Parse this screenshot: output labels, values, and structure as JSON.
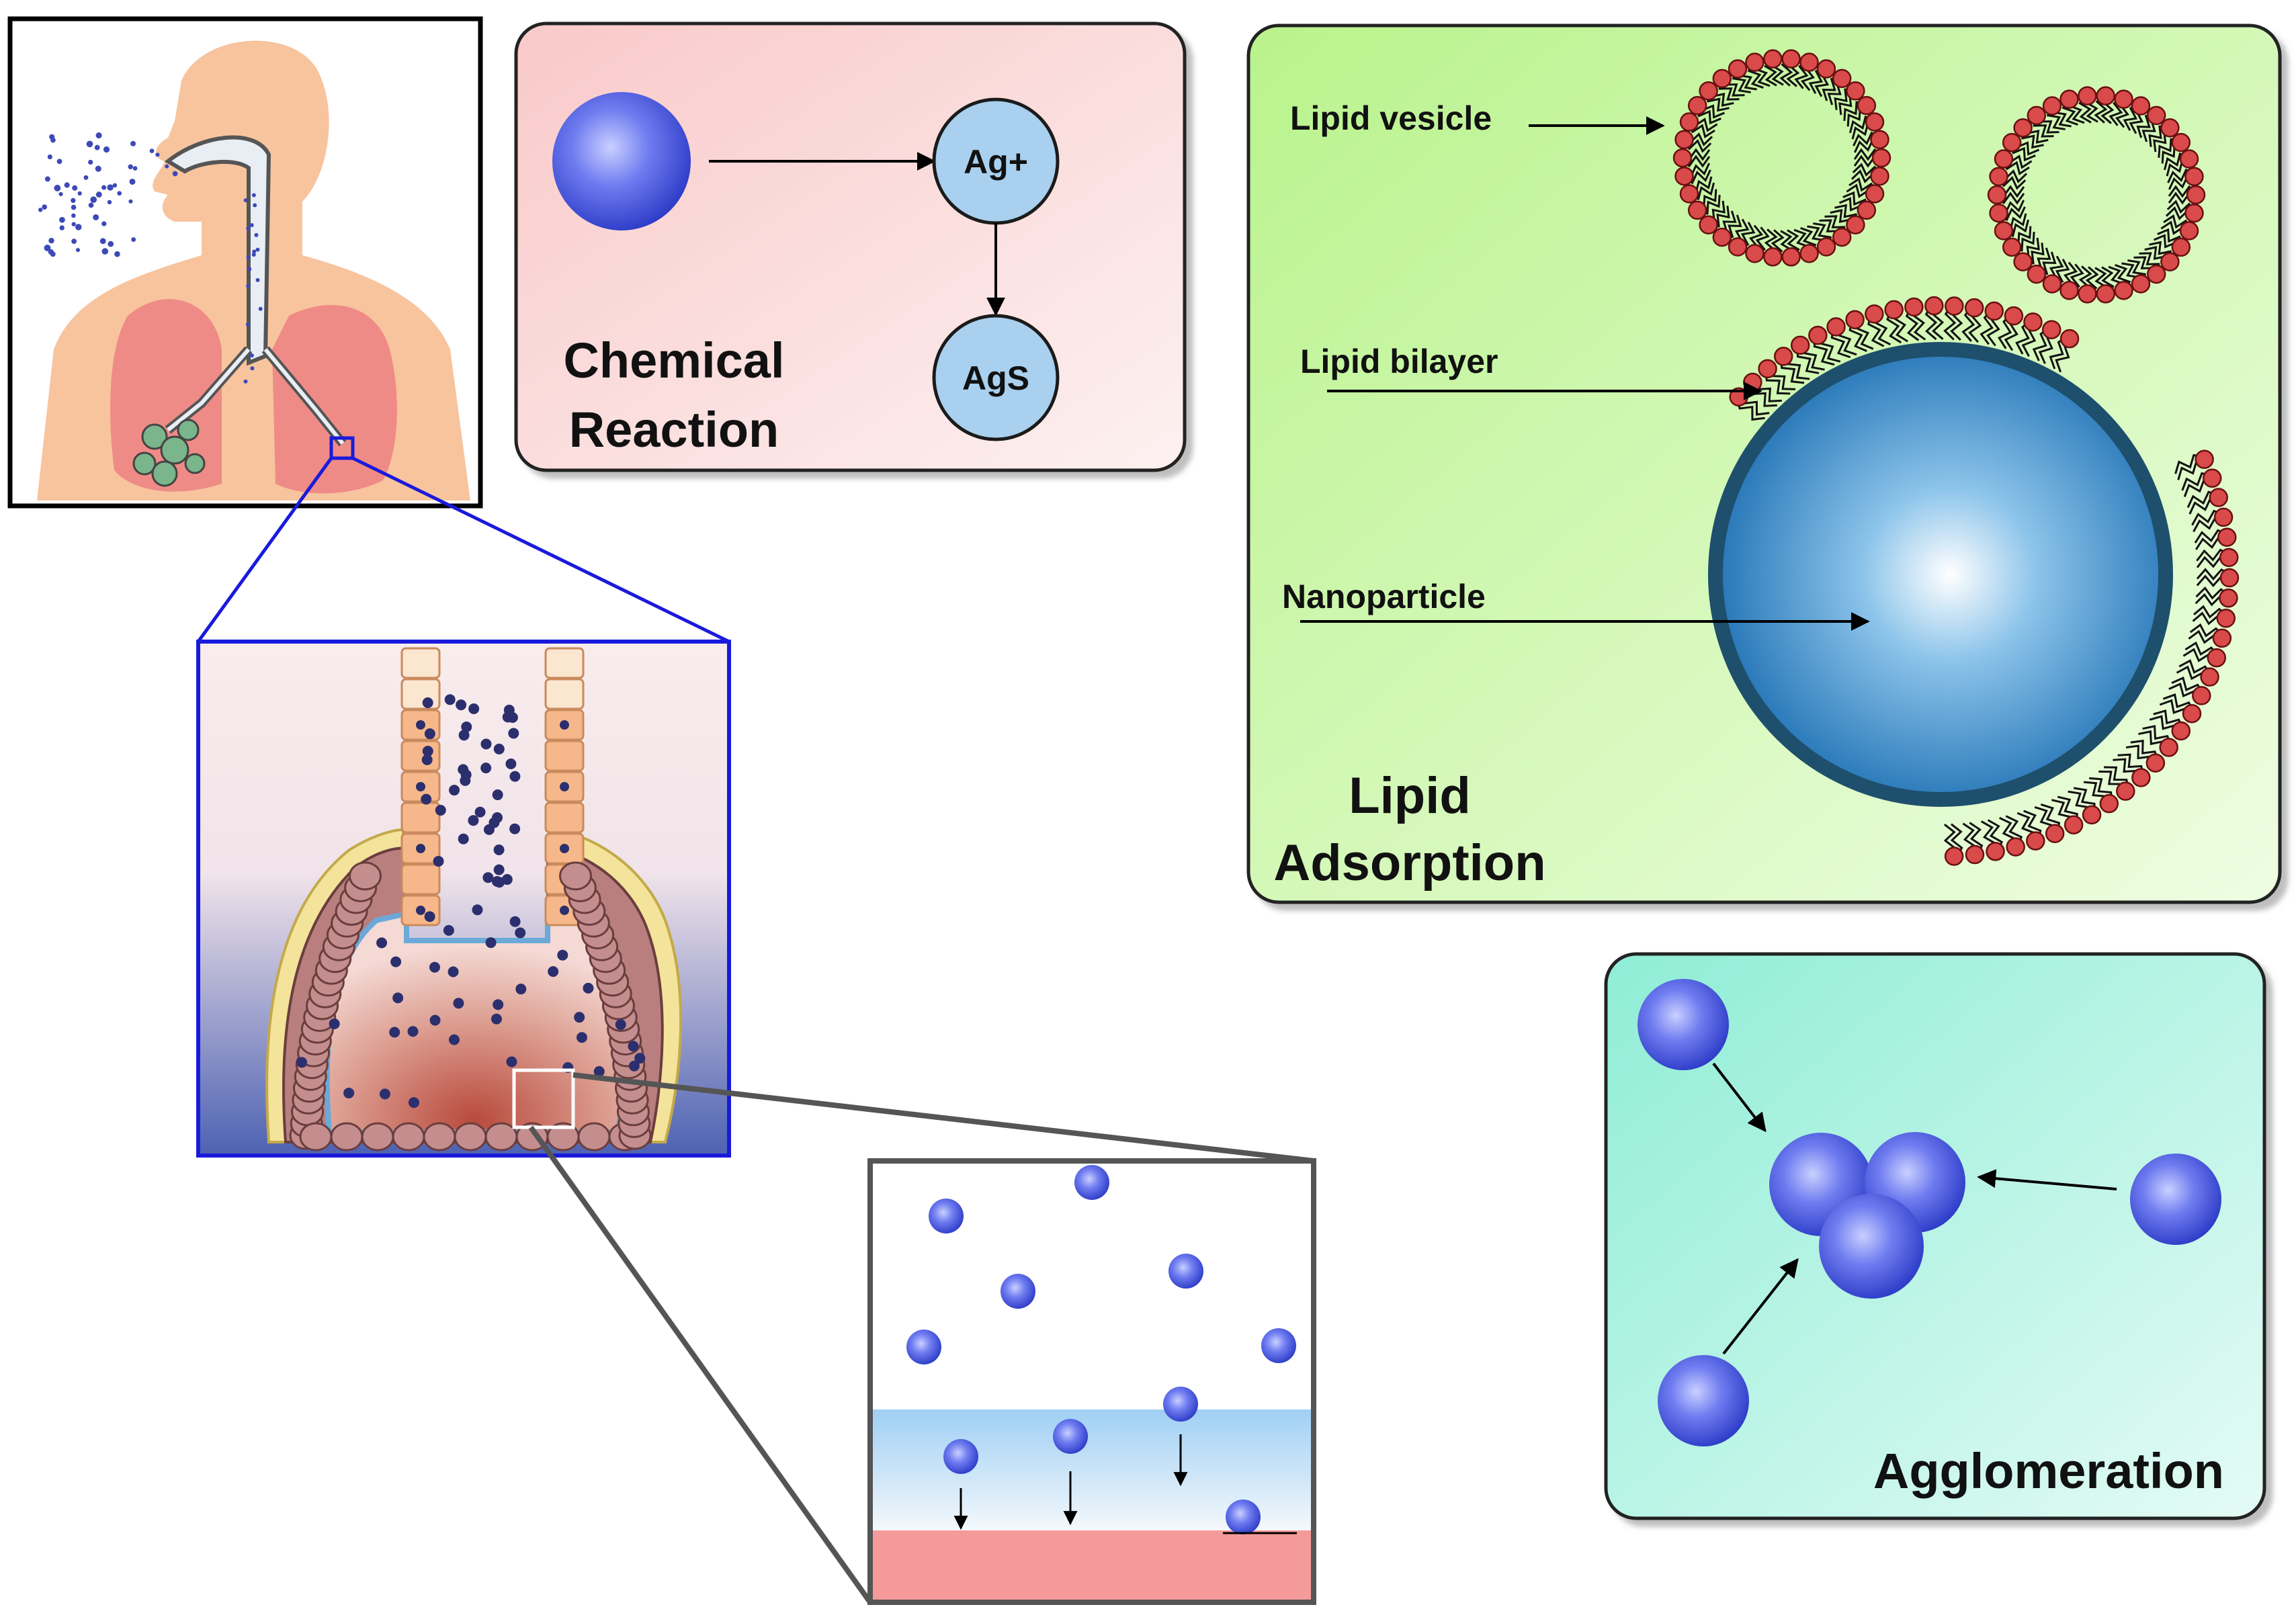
{
  "chemical_reaction": {
    "title_line1": "Chemical",
    "title_line2": "Reaction",
    "node_ion": "Ag+",
    "node_sulfide": "AgS"
  },
  "lipid_adsorption": {
    "label_vesicle": "Lipid vesicle",
    "label_bilayer": "Lipid bilayer",
    "label_nanoparticle": "Nanoparticle",
    "title_line1": "Lipid",
    "title_line2": "Adsorption"
  },
  "agglomeration": {
    "title": "Agglomeration"
  },
  "colors": {
    "nanoparticle_blue": "#4f5fe0",
    "reaction_bg": "#fbd6d6",
    "adsorption_bg": "#c2f59b",
    "agglomeration_bg": "#9ff0dc",
    "zoom_line_blue": "#1a1adc",
    "zoom_line_gray": "#555555",
    "lipid_head_red": "#d94a4a",
    "alveolus_bottom_blue": "#4e62b0",
    "surface_pink": "#f59a9a"
  }
}
